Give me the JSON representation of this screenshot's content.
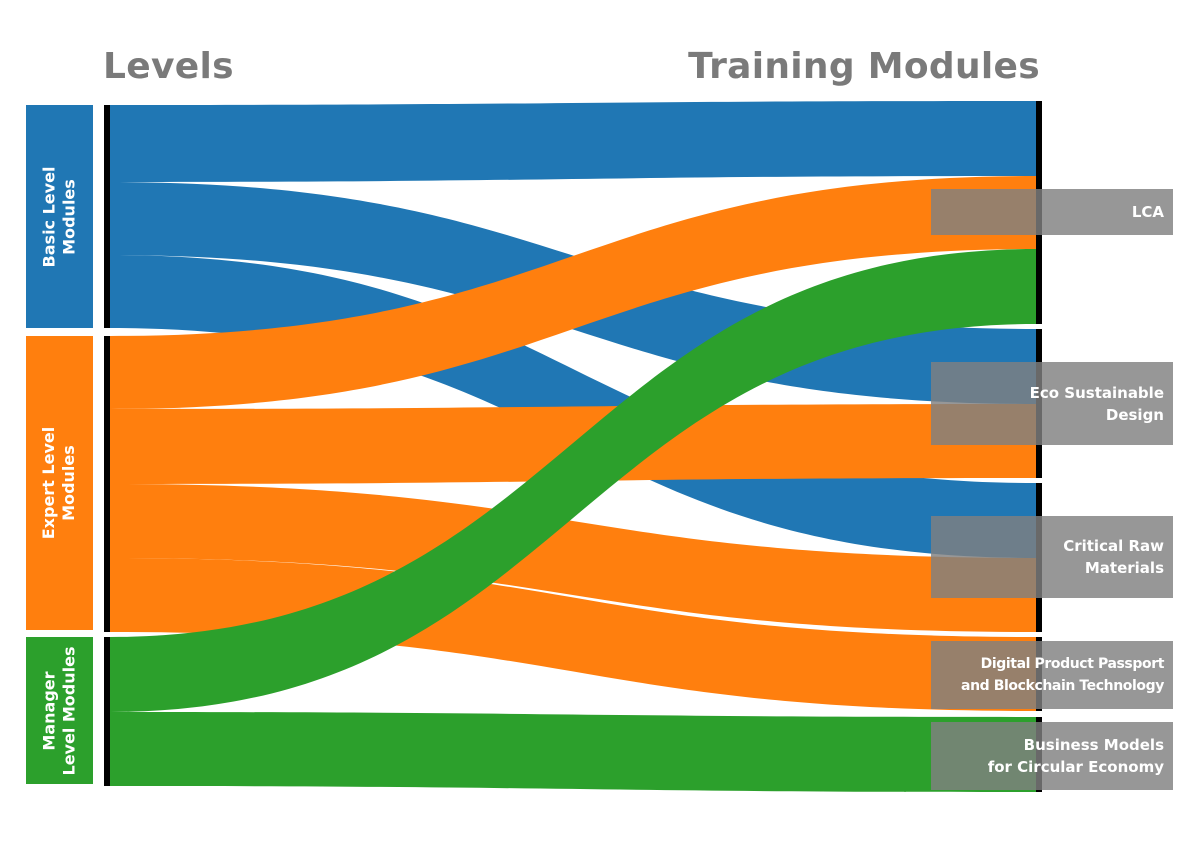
{
  "headers": {
    "left": "Levels",
    "right": "Training Modules"
  },
  "levels": [
    {
      "key": "basic",
      "label": "Basic Level\nModules",
      "color": "#2077b4"
    },
    {
      "key": "expert",
      "label": "Expert Level\nModules",
      "color": "#ff7f0e"
    },
    {
      "key": "manager",
      "label": "Manager\nLevel Modules",
      "color": "#2ca02c"
    }
  ],
  "modules": [
    {
      "key": "lca",
      "label": "LCA"
    },
    {
      "key": "eco",
      "label": "Eco Sustainable\nDesign"
    },
    {
      "key": "crm",
      "label": "Critical Raw\nMaterials"
    },
    {
      "key": "dpp",
      "label": "Digital Product Passport\nand Blockchain Technology"
    },
    {
      "key": "bm",
      "label": "Business Models\nfor Circular Economy"
    }
  ],
  "chart_data": {
    "type": "sankey",
    "nodes_left": [
      "Basic Level Modules",
      "Expert Level Modules",
      "Manager Level Modules"
    ],
    "nodes_right": [
      "LCA",
      "Eco Sustainable Design",
      "Critical Raw Materials",
      "Digital Product Passport and Blockchain Technology",
      "Business Models for Circular Economy"
    ],
    "links": [
      {
        "source": "Basic Level Modules",
        "target": "LCA",
        "value": 1,
        "color": "#2077b4"
      },
      {
        "source": "Basic Level Modules",
        "target": "Eco Sustainable Design",
        "value": 1,
        "color": "#2077b4"
      },
      {
        "source": "Basic Level Modules",
        "target": "Critical Raw Materials",
        "value": 1,
        "color": "#2077b4"
      },
      {
        "source": "Expert Level Modules",
        "target": "LCA",
        "value": 1,
        "color": "#ff7f0e"
      },
      {
        "source": "Expert Level Modules",
        "target": "Eco Sustainable Design",
        "value": 1,
        "color": "#ff7f0e"
      },
      {
        "source": "Expert Level Modules",
        "target": "Critical Raw Materials",
        "value": 1,
        "color": "#ff7f0e"
      },
      {
        "source": "Expert Level Modules",
        "target": "Digital Product Passport and Blockchain Technology",
        "value": 1,
        "color": "#ff7f0e"
      },
      {
        "source": "Manager Level Modules",
        "target": "LCA",
        "value": 1,
        "color": "#2ca02c"
      },
      {
        "source": "Manager Level Modules",
        "target": "Business Models for Circular Economy",
        "value": 1,
        "color": "#2ca02c"
      }
    ]
  }
}
